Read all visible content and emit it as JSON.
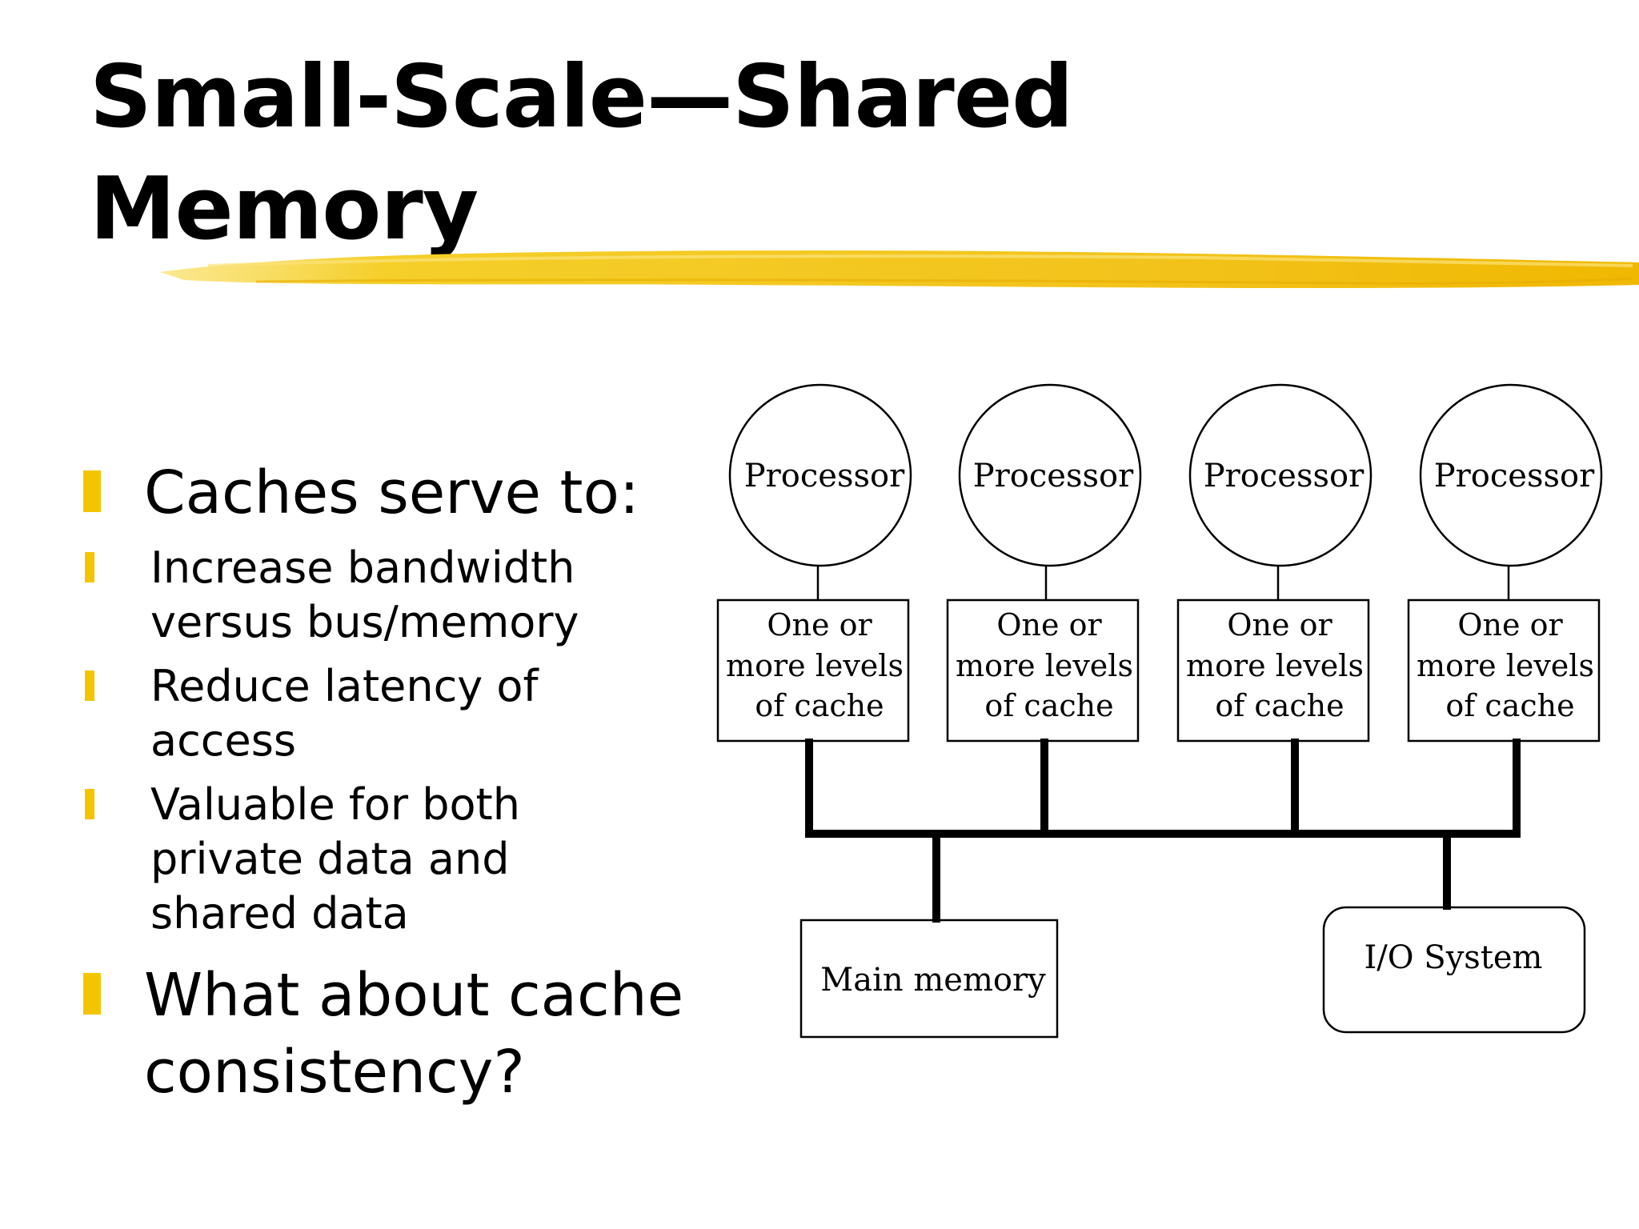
{
  "title": {
    "line1": "Small-Scale—Shared",
    "line2": "Memory"
  },
  "accent_color": "#f5c400",
  "bullets": [
    {
      "text": "Caches serve to:",
      "children": [
        {
          "line1": "Increase bandwidth",
          "line2": "versus bus/memory"
        },
        {
          "line1": "Reduce latency of",
          "line2": "access"
        },
        {
          "line1": "Valuable for both",
          "line2": "private data and",
          "line3": "shared data"
        }
      ]
    },
    {
      "line1": "What about cache",
      "line2": "consistency?"
    }
  ],
  "diagram": {
    "processors": [
      {
        "label": "Processor",
        "cache_line1": "One or",
        "cache_line2": "more levels",
        "cache_line3": "of cache"
      },
      {
        "label": "Processor",
        "cache_line1": "One or",
        "cache_line2": "more levels",
        "cache_line3": "of cache"
      },
      {
        "label": "Processor",
        "cache_line1": "One or",
        "cache_line2": "more levels",
        "cache_line3": "of cache"
      },
      {
        "label": "Processor",
        "cache_line1": "One or",
        "cache_line2": "more levels",
        "cache_line3": "of cache"
      }
    ],
    "main_memory": "Main memory",
    "io_system": "I/O System"
  }
}
